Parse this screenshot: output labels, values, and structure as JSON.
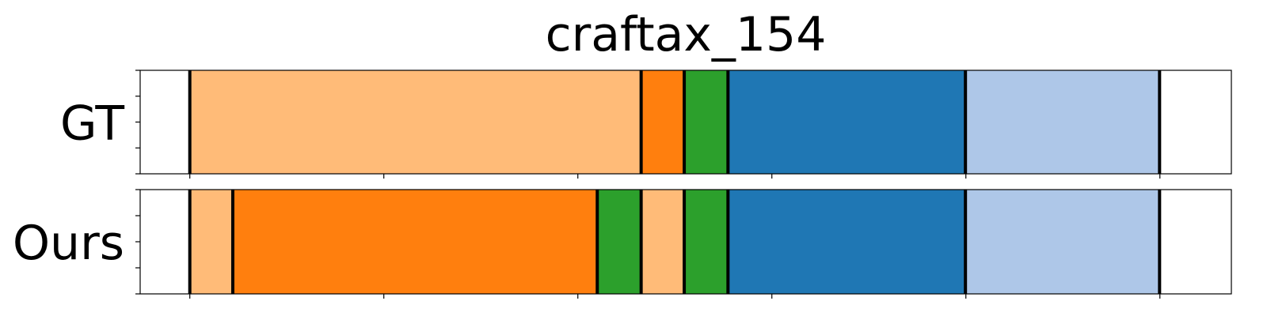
{
  "chart_data": {
    "type": "bar",
    "title": "craftax_154",
    "xlim": [
      0,
      1
    ],
    "rows": [
      {
        "label": "GT",
        "segments": [
          {
            "start": 0.0455,
            "end": 0.4591,
            "color": "#ffbb78"
          },
          {
            "start": 0.4591,
            "end": 0.4986,
            "color": "#ff7f0e"
          },
          {
            "start": 0.4986,
            "end": 0.5387,
            "color": "#2ca02c"
          },
          {
            "start": 0.5387,
            "end": 0.7563,
            "color": "#1f77b4"
          },
          {
            "start": 0.7563,
            "end": 0.9342,
            "color": "#aec7e8"
          }
        ]
      },
      {
        "label": "Ours",
        "segments": [
          {
            "start": 0.0455,
            "end": 0.0849,
            "color": "#ffbb78"
          },
          {
            "start": 0.0849,
            "end": 0.4189,
            "color": "#ff7f0e"
          },
          {
            "start": 0.4189,
            "end": 0.4591,
            "color": "#2ca02c"
          },
          {
            "start": 0.4591,
            "end": 0.4986,
            "color": "#ffbb78"
          },
          {
            "start": 0.4986,
            "end": 0.5387,
            "color": "#2ca02c"
          },
          {
            "start": 0.5387,
            "end": 0.7563,
            "color": "#1f77b4"
          },
          {
            "start": 0.7563,
            "end": 0.9342,
            "color": "#aec7e8"
          }
        ]
      }
    ],
    "x_ticks": [
      0.0455,
      0.2233,
      0.4011,
      0.5789,
      0.7567,
      0.9345
    ],
    "y_minor_ticks": 5,
    "grid": false,
    "legend": "none"
  }
}
